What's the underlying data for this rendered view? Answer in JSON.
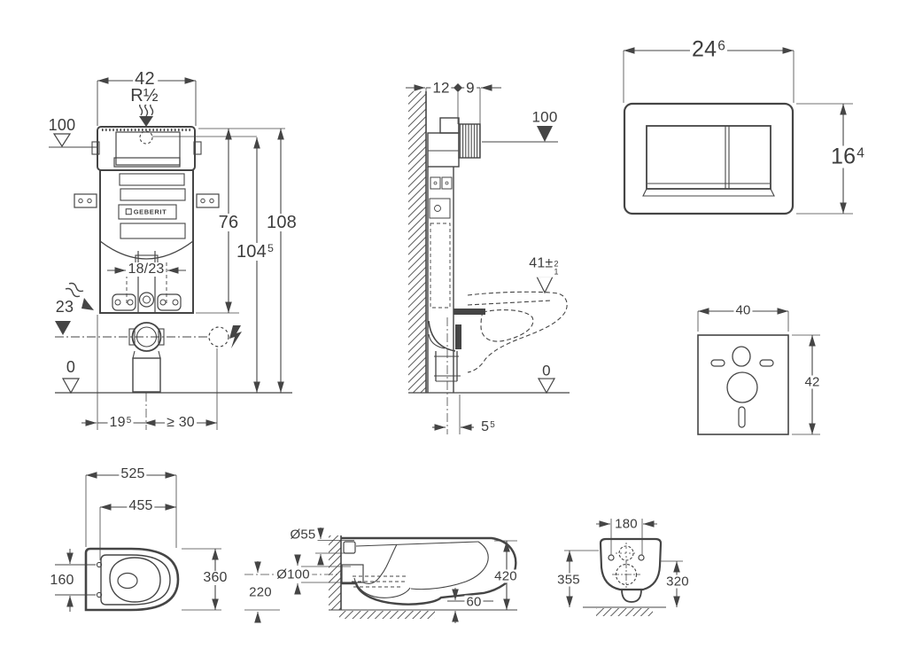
{
  "page": {
    "background": "#ffffff",
    "line_color": "#454545"
  },
  "views": {
    "cistern_front": {
      "labels": {
        "width": {
          "main": "42"
        },
        "water_connection": {
          "main": "R½"
        },
        "level_top": {
          "main": "100"
        },
        "height_76": {
          "main": "76"
        },
        "height_108": {
          "main": "108"
        },
        "height_104": {
          "main": "104",
          "sup": "5"
        },
        "bolt_spacing": {
          "main": "18/23"
        },
        "level_outlet": {
          "main": "23"
        },
        "level_floor": {
          "main": "0"
        },
        "offset_19": {
          "main": "19",
          "sup": "5"
        },
        "offset_min30": {
          "main": "≥ 30"
        },
        "brand": {
          "main": "GEBERIT"
        }
      }
    },
    "cistern_side": {
      "labels": {
        "depth_12": {
          "main": "12"
        },
        "depth_9": {
          "main": "9"
        },
        "level_top": {
          "main": "100"
        },
        "outlet_height": {
          "main": "41±",
          "sup": "2",
          "sub": "1"
        },
        "level_floor": {
          "main": "0"
        },
        "offset_5": {
          "main": "5",
          "sup": "5"
        }
      }
    },
    "flush_plate": {
      "labels": {
        "width": {
          "main": "24",
          "sup": "6"
        },
        "height": {
          "main": "16",
          "sup": "4"
        }
      }
    },
    "sound_mat": {
      "labels": {
        "width": {
          "main": "40"
        },
        "height": {
          "main": "42"
        }
      }
    },
    "wc_top": {
      "labels": {
        "depth_total": {
          "main": "525"
        },
        "depth_front": {
          "main": "455"
        },
        "hole_spacing": {
          "main": "160"
        },
        "width": {
          "main": "360"
        }
      }
    },
    "wc_side": {
      "labels": {
        "inlet_dia": {
          "main": "Ø55"
        },
        "outlet_dia": {
          "main": "Ø100"
        },
        "outlet_center_height": {
          "main": "220"
        },
        "height_total": {
          "main": "420"
        },
        "floor_gap": {
          "main": "60"
        }
      }
    },
    "wc_front": {
      "labels": {
        "hole_spacing": {
          "main": "180"
        },
        "height_left": {
          "main": "355"
        },
        "height_right": {
          "main": "320"
        }
      }
    }
  }
}
